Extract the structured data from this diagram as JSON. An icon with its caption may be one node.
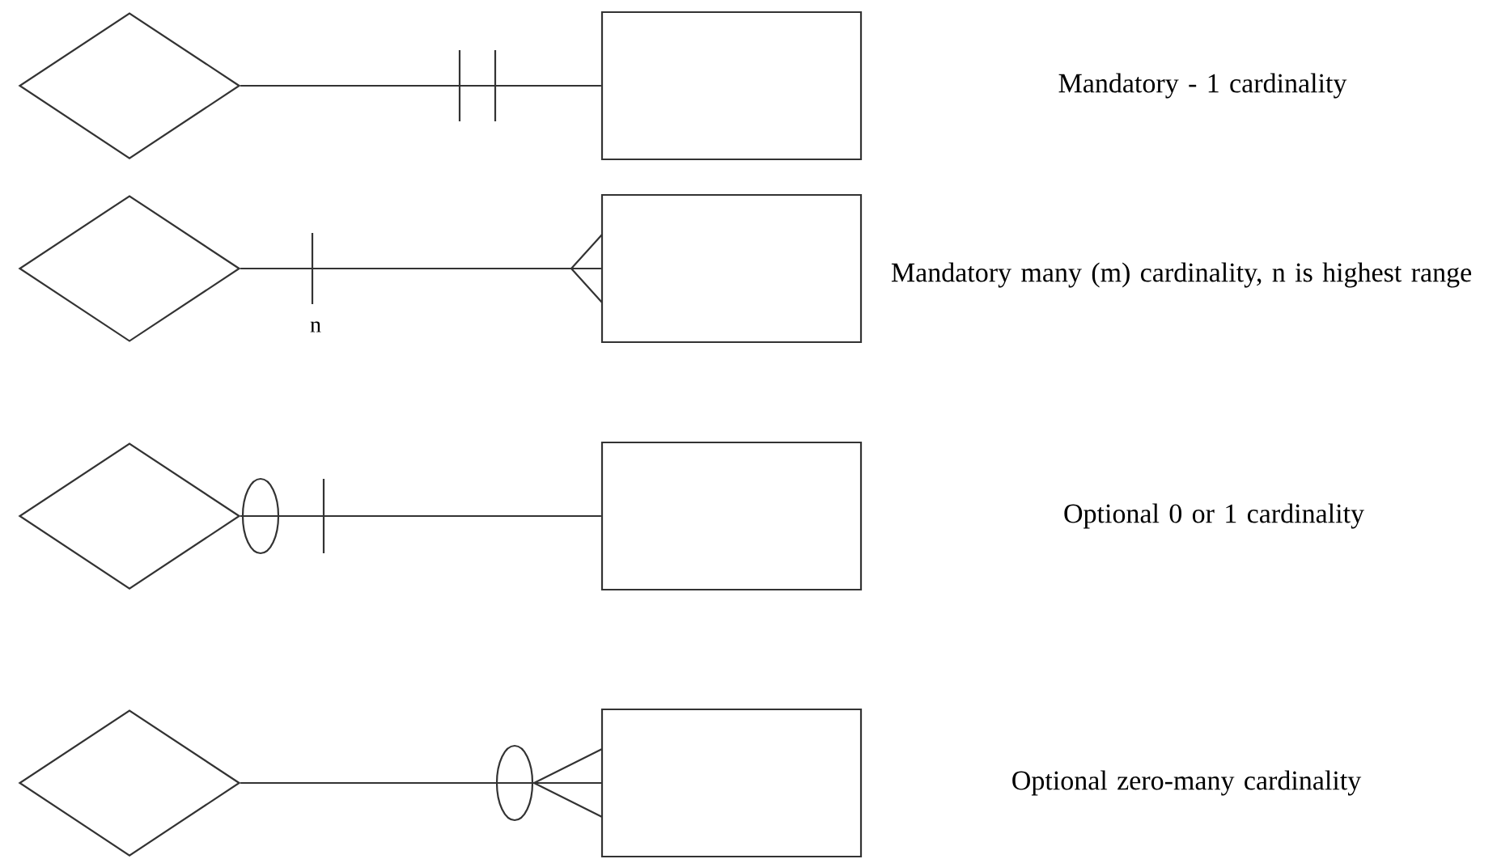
{
  "diagram": {
    "nodes": [
      {
        "text": [],
        "shape": "diamond"
      },
      {
        "text": [],
        "shape": "box"
      },
      {
        "text": [],
        "shape": "diamond"
      },
      {
        "text": [],
        "shape": "box"
      },
      {
        "text": [],
        "shape": "diamond"
      },
      {
        "text": [],
        "shape": "box"
      },
      {
        "text": [],
        "shape": "diamond"
      },
      {
        "text": [],
        "shape": "box"
      }
    ],
    "labels": [
      "Mandatory - 1 cardinality",
      "Mandatory many (m) cardinality, n is highest range",
      "Optional 0 or 1 cardinality",
      "Optional zero-many cardinality"
    ],
    "edges": [
      {
        "from": 0,
        "to": 1,
        "arrow": "none"
      },
      {
        "from": 2,
        "to": 3,
        "arrow": "other",
        "label": "n"
      },
      {
        "from": 4,
        "to": 5,
        "arrow": "other"
      },
      {
        "from": 6,
        "to": 7,
        "arrow": "other"
      }
    ]
  }
}
